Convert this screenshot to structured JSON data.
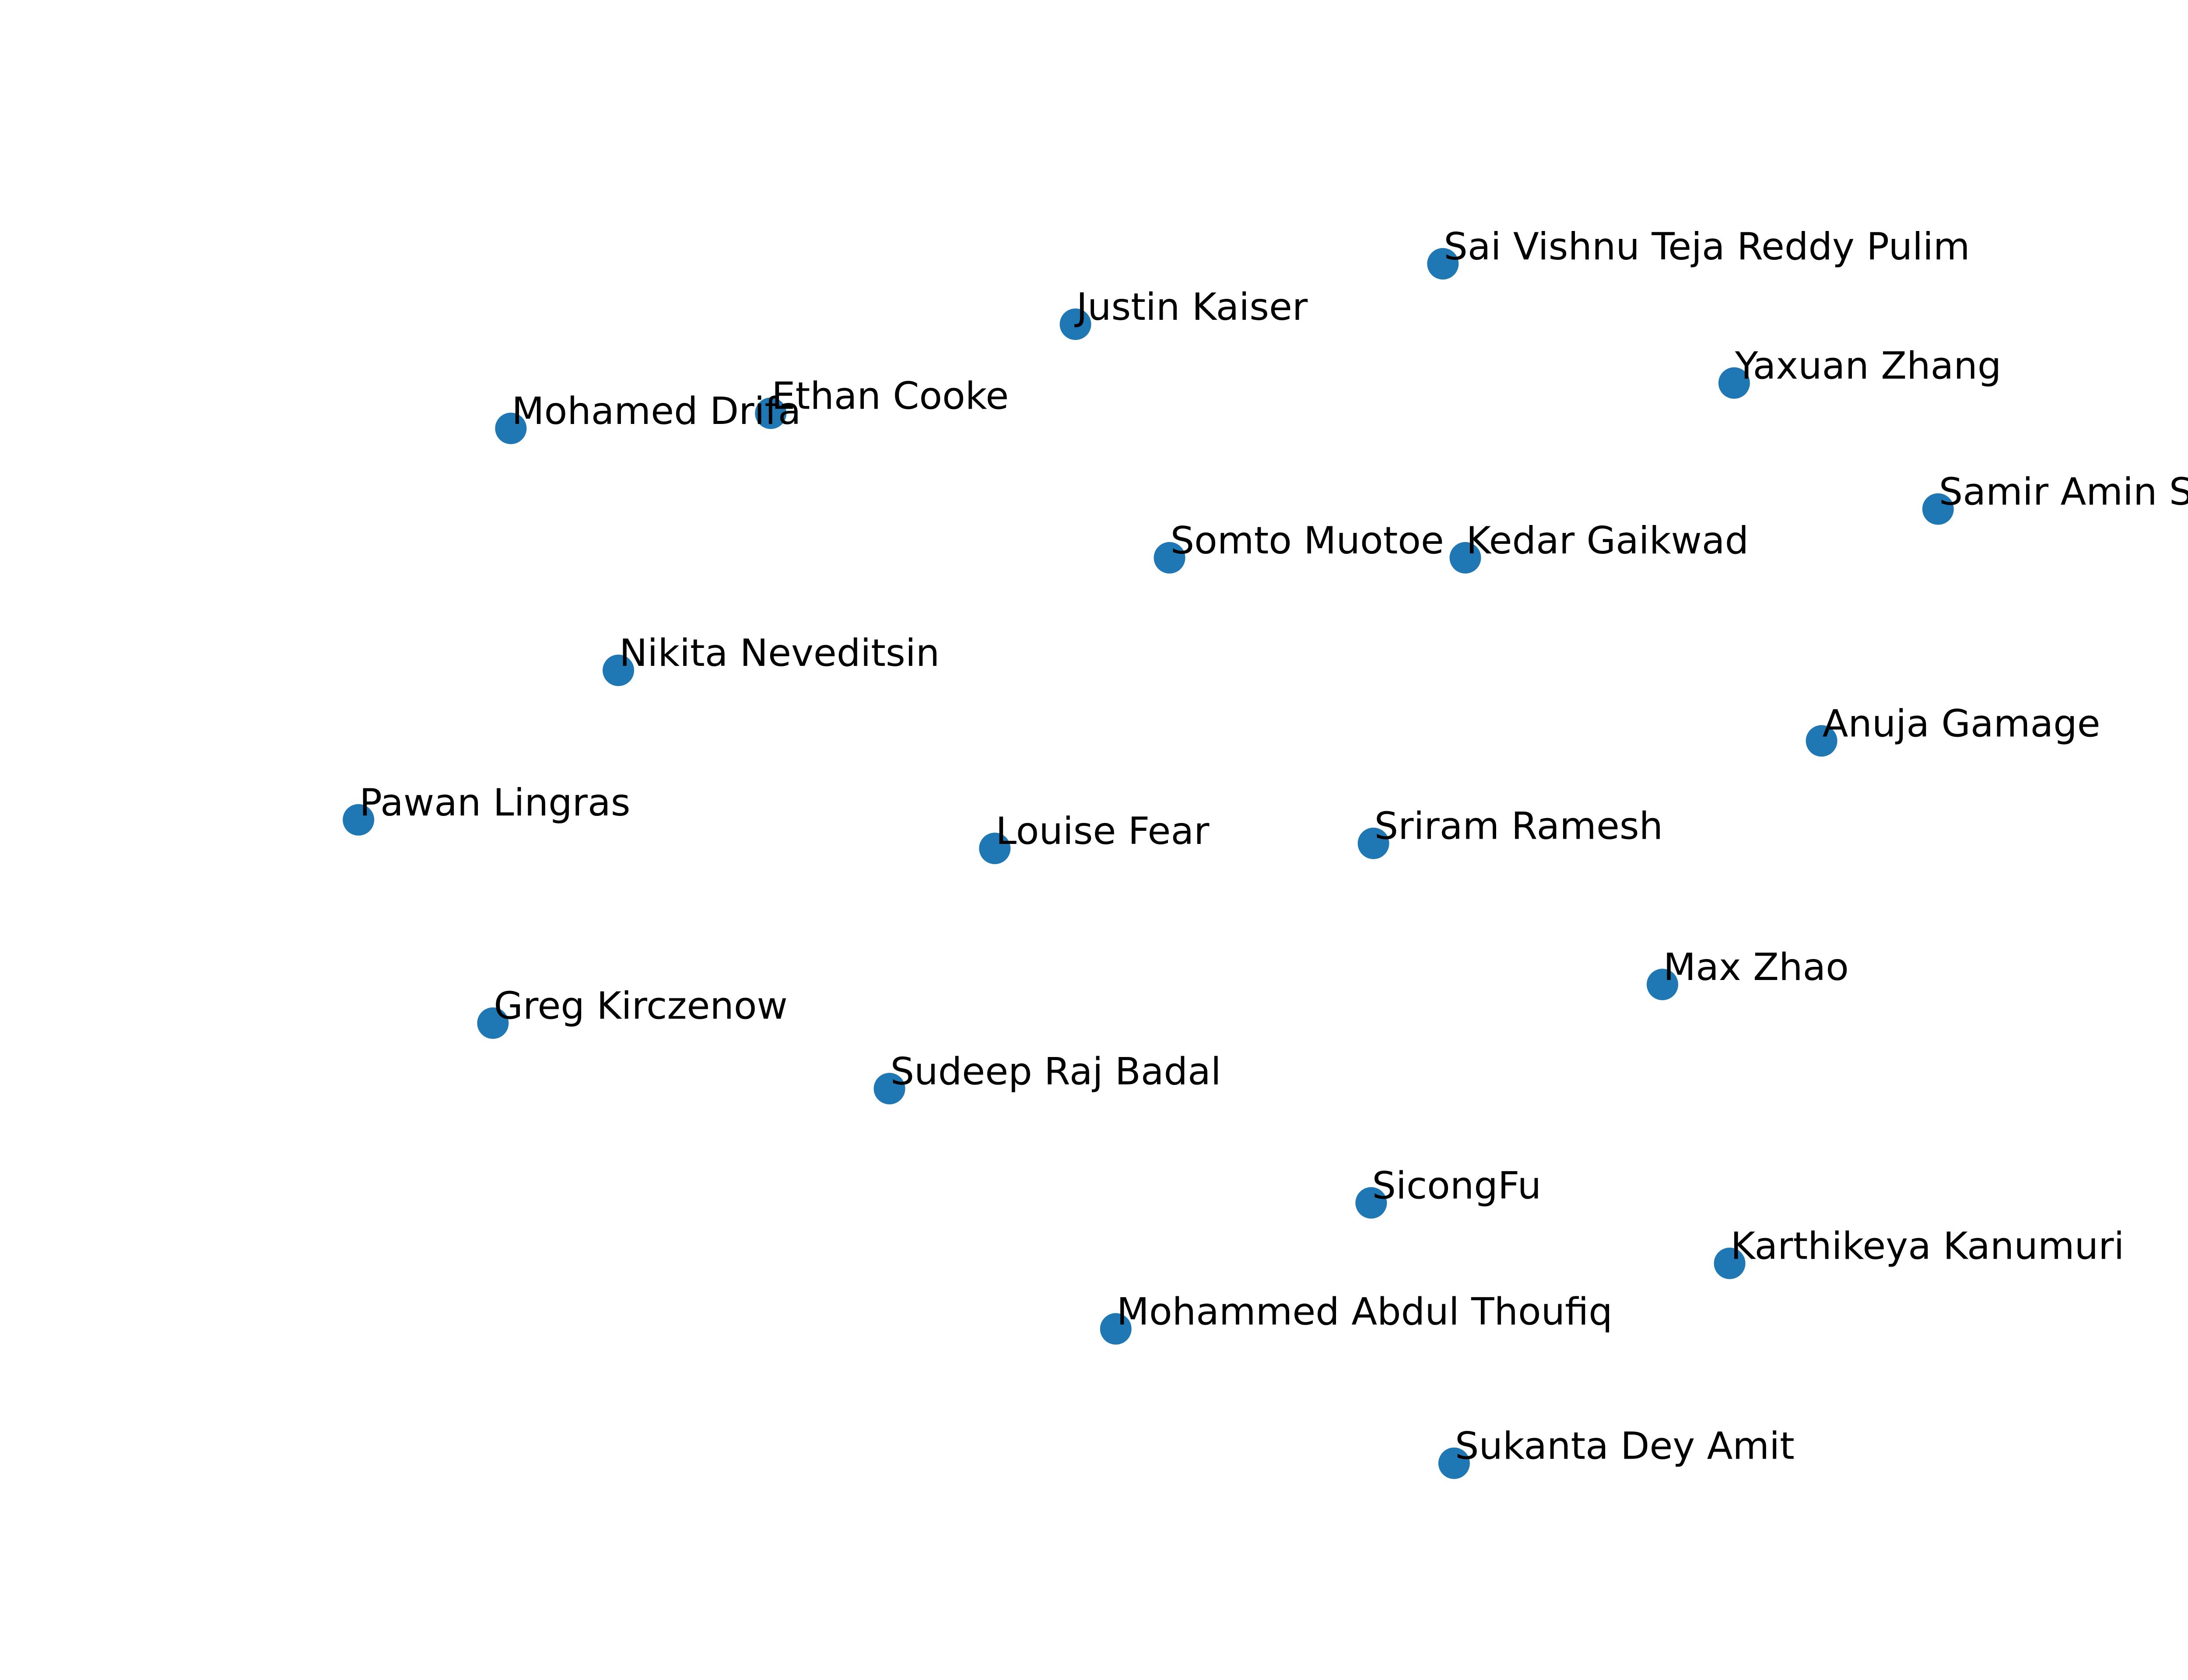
{
  "chart_data": {
    "type": "scatter",
    "title": "",
    "xlabel": "",
    "ylabel": "",
    "axes_visible": false,
    "grid": false,
    "marker_color": "#1f77b4",
    "label_color": "#000000",
    "xlim": [
      0,
      100
    ],
    "ylim": [
      0,
      100
    ],
    "points": [
      {
        "label": "Sai Vishnu Teja Reddy Pulim",
        "x": 64.4,
        "y": 84.3
      },
      {
        "label": "Justin Kaiser",
        "x": 48.0,
        "y": 80.7
      },
      {
        "label": "Yaxuan Zhang",
        "x": 77.4,
        "y": 77.2
      },
      {
        "label": "Ethan Cooke",
        "x": 34.4,
        "y": 75.4
      },
      {
        "label": "Mohamed Drifa",
        "x": 22.8,
        "y": 74.5
      },
      {
        "label": "Samir Amin Sheikh",
        "x": 86.5,
        "y": 69.7
      },
      {
        "label": "Somto Muotoe",
        "x": 52.2,
        "y": 66.8
      },
      {
        "label": "Kedar Gaikwad",
        "x": 65.4,
        "y": 66.8
      },
      {
        "label": "Nikita Neveditsin",
        "x": 27.6,
        "y": 60.1
      },
      {
        "label": "Anuja Gamage",
        "x": 81.3,
        "y": 55.9
      },
      {
        "label": "Pawan Lingras",
        "x": 16.0,
        "y": 51.2
      },
      {
        "label": "Louise Fear",
        "x": 44.4,
        "y": 49.5
      },
      {
        "label": "Sriram Ramesh",
        "x": 61.3,
        "y": 49.8
      },
      {
        "label": "Max Zhao",
        "x": 74.2,
        "y": 41.4
      },
      {
        "label": "Greg Kirczenow",
        "x": 22.0,
        "y": 39.1
      },
      {
        "label": "Sudeep Raj Badal",
        "x": 39.7,
        "y": 35.2
      },
      {
        "label": "SicongFu",
        "x": 61.2,
        "y": 28.4
      },
      {
        "label": "Karthikeya Kanumuri",
        "x": 77.2,
        "y": 24.8
      },
      {
        "label": "Mohammed Abdul Thoufiq",
        "x": 49.8,
        "y": 20.9
      },
      {
        "label": "Sukanta Dey Amit",
        "x": 64.9,
        "y": 12.9
      }
    ]
  }
}
